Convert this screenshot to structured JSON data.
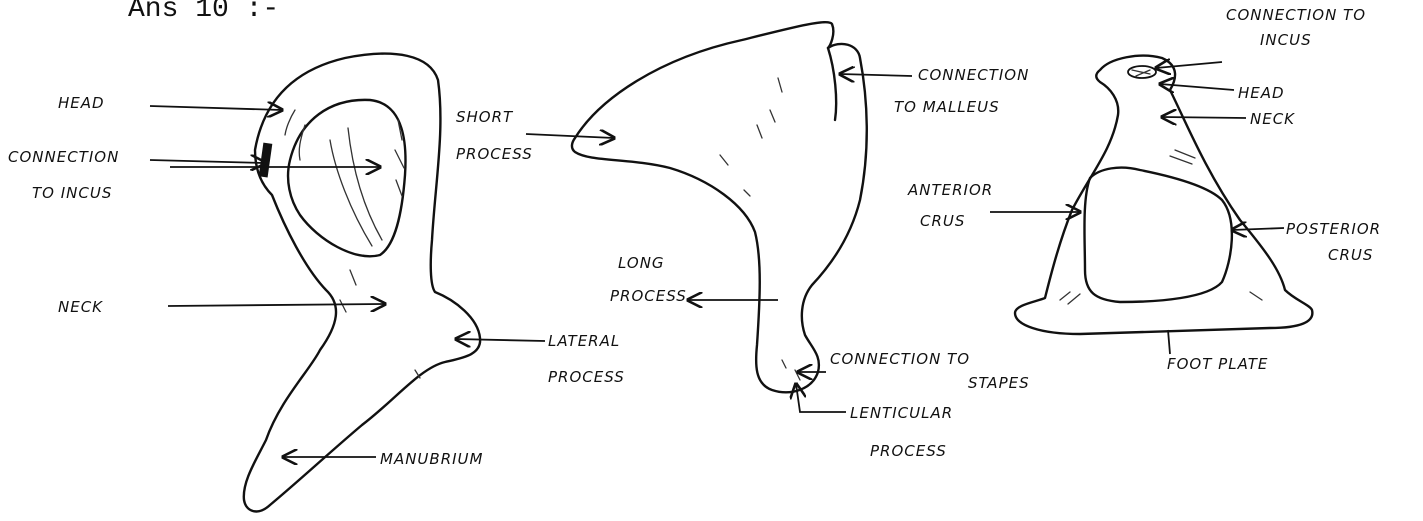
{
  "heading": "Ans 10 :-",
  "malleus": {
    "head": "HEAD",
    "connection_line1": "CONNECTION",
    "connection_line2": "TO INCUS",
    "neck": "NECK",
    "lateral_line1": "LATERAL",
    "lateral_line2": "PROCESS",
    "manubrium": "MANUBRIUM"
  },
  "incus": {
    "short_line1": "SHORT",
    "short_line2": "PROCESS",
    "conn_malleus_line1": "CONNECTION",
    "conn_malleus_line2": "TO MALLEUS",
    "long_line1": "LONG",
    "long_line2": "PROCESS",
    "conn_stapes_line1": "CONNECTION TO",
    "conn_stapes_line2": "STAPES",
    "lenticular_line1": "LENTICULAR",
    "lenticular_line2": "PROCESS"
  },
  "stapes": {
    "conn_incus_line1": "CONNECTION TO",
    "conn_incus_line2": "INCUS",
    "head": "HEAD",
    "neck": "NECK",
    "anterior_line1": "ANTERIOR",
    "anterior_line2": "CRUS",
    "posterior_line1": "POSTERIOR",
    "posterior_line2": "CRUS",
    "foot_plate": "FOOT PLATE"
  }
}
